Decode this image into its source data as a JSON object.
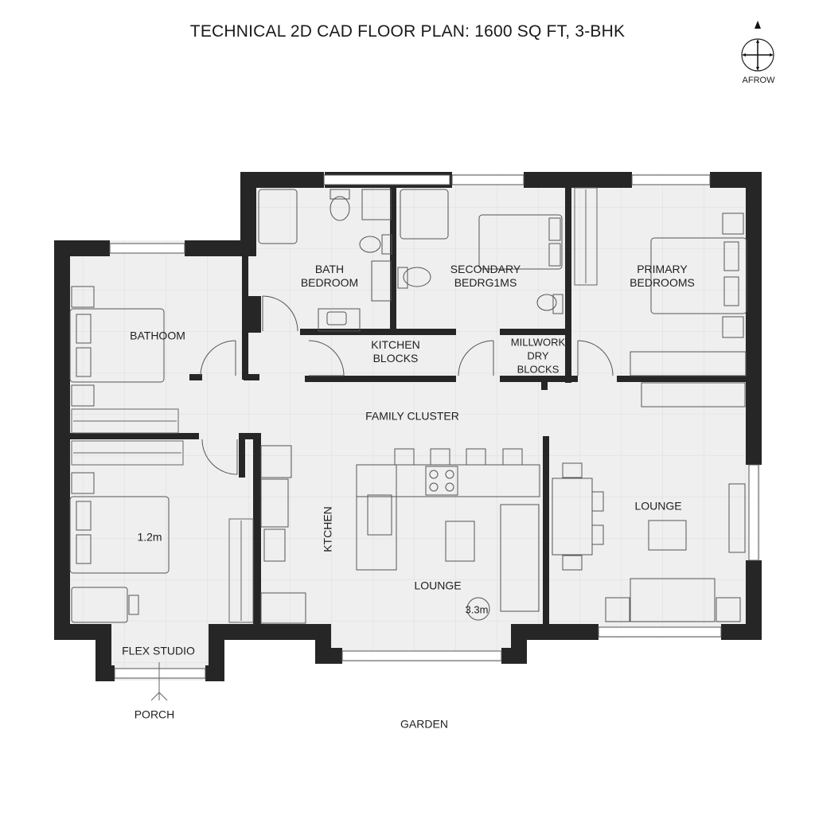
{
  "title": "TECHNICAL 2D CAD FLOOR PLAN: 1600 SQ FT, 3-BHK",
  "compass": {
    "icon": "north-arrow-compass-icon",
    "label": "AFROW"
  },
  "colors": {
    "wall": "#262626",
    "floor": "#efefef",
    "grid": "#dcdcdc",
    "line": "#555555",
    "background": "#ffffff"
  },
  "rooms": {
    "bath_bedroom": "BATH\nBEDROOM",
    "secondary_bedrooms": "SECONDARY\nBEDRG1MS",
    "primary_bedrooms": "PRIMARY\nBEDROOMS",
    "bathoom": "BATHOOM",
    "kitchen_blocks": "KITCHEN\nBLOCKS",
    "millwork_dry_blocks": "MILLWORK\nDRY\nBLOCKS",
    "family_cluster": "FAMILY CLUSTER",
    "kitchen": "KTCHEN",
    "lounge_center": "LOUNGE",
    "lounge_right": "LOUNGE",
    "flex_studio": "FLEX STUDIO"
  },
  "dimensions": {
    "bed_width": "1.2m",
    "circle_dim": "3.3m"
  },
  "exterior": {
    "porch": "PORCH",
    "garden": "GARDEN"
  }
}
